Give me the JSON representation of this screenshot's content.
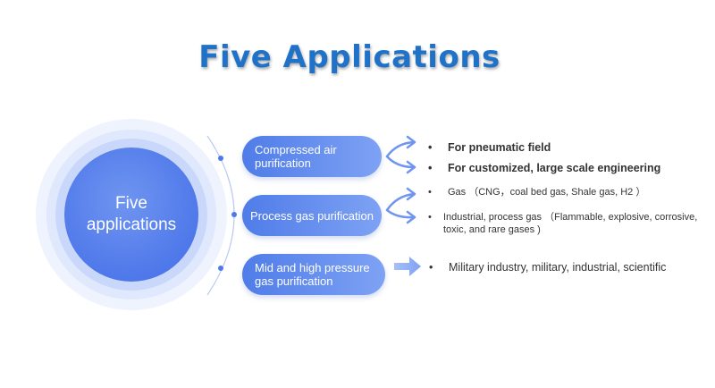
{
  "title": "Five Applications",
  "center_circle": {
    "label": "Five applications"
  },
  "categories": [
    {
      "label": "Compressed air purification",
      "items": [
        "For pneumatic field",
        "For customized, large scale engineering"
      ]
    },
    {
      "label": "Process gas purification",
      "items": [
        "Gas （CNG，coal bed gas, Shale gas, H2 ）",
        "Industrial, process gas （Flammable, explosive, corrosive, toxic, and rare gases )"
      ]
    },
    {
      "label": "Mid and high pressure gas purification",
      "items": [
        "Military industry, military, industrial, scientific"
      ]
    }
  ],
  "bullet_char": "•",
  "colors": {
    "title": "#1f72c8",
    "circle_core": "#4f78ea",
    "pill_start": "#4f7ce8",
    "pill_end": "#7ea2f4",
    "arrow": "#6f95f0",
    "text": "#333333"
  },
  "icons": {
    "split_arrow": "curved-double-arrow-icon",
    "block_arrow": "right-block-arrow-icon"
  }
}
